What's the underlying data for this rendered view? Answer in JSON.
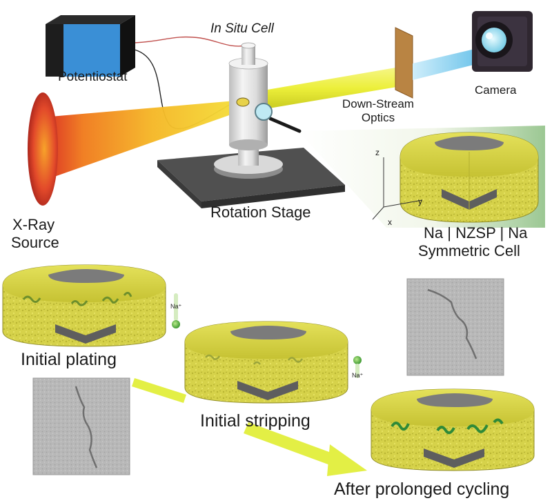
{
  "labels": {
    "in_situ_cell": "In Situ Cell",
    "potentiostat": "Potentiostat",
    "camera": "Camera",
    "downstream_optics_line1": "Down-Stream",
    "downstream_optics_line2": "Optics",
    "xray_line1": "X-Ray",
    "xray_line2": "Source",
    "rotation_stage": "Rotation Stage",
    "cell_line1": "Na | NZSP | Na",
    "cell_line2": "Symmetric Cell",
    "axis_z": "z",
    "axis_y": "y",
    "axis_x": "x",
    "na_ion_1": "Na⁺",
    "na_ion_2": "Na⁺",
    "initial_plating": "Initial plating",
    "initial_stripping": "Initial stripping",
    "after_cycling": "After prolonged cycling"
  },
  "colors": {
    "potentiostat_face": "#3a8fd6",
    "potentiostat_dark": "#1f1f1f",
    "xray_beam_start": "#f4e03a",
    "xray_beam_end": "#d8251c",
    "optical_beam": "#ecef3a",
    "camera_beam": "#8fd3f0",
    "pellet_yellow": "#d9d64a",
    "pellet_side": "#bfbb35",
    "electrode_gray": "#7d7d7d",
    "dendrite_green": "#2f8a38",
    "arrow_yellow": "#e3ef45",
    "zoom_green": "#4a9a3a"
  }
}
